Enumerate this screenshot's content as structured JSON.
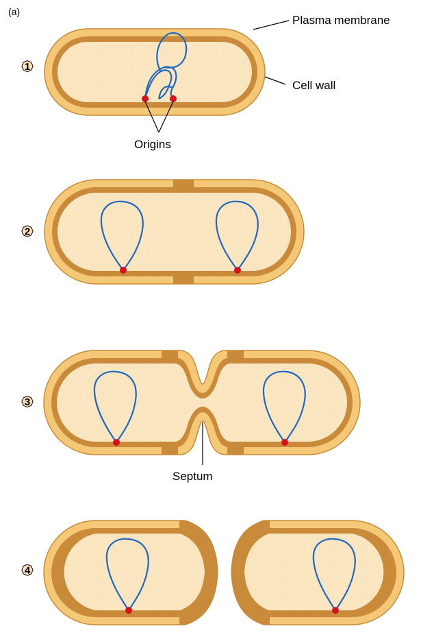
{
  "figure": {
    "panel_label": "(a)",
    "steps": [
      "1",
      "2",
      "3",
      "4"
    ],
    "labels": {
      "plasma_membrane": "Plasma membrane",
      "cell_wall": "Cell wall",
      "origins": "Origins",
      "septum": "Septum"
    }
  },
  "colors": {
    "cell_wall": "#f5c878",
    "wall_outline": "#c98a36",
    "membrane": "#c98a3a",
    "membrane_dark": "#b8742a",
    "cytoplasm": "#fbe6c2",
    "dna": "#1f67c1",
    "origin": "#d8101e",
    "step_badge": "#fbe3ba"
  }
}
